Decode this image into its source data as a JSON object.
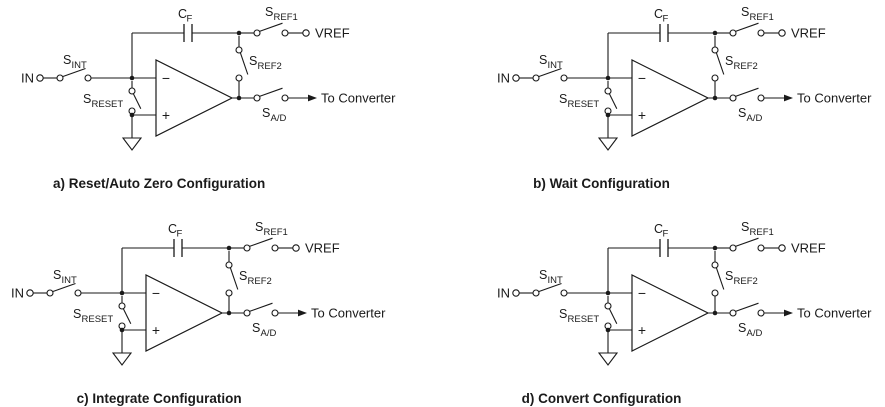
{
  "figure": {
    "diagrams": [
      {
        "caption": "a) Reset/Auto Zero Configuration"
      },
      {
        "caption": "b) Wait Configuration"
      },
      {
        "caption": "c) Integrate Configuration"
      },
      {
        "caption": "d) Convert Configuration"
      }
    ],
    "labels": {
      "input": "IN",
      "switch_prefix": "S",
      "int_sub": "INT",
      "reset_sub": "RESET",
      "cap_prefix": "C",
      "cap_sub": "F",
      "ref1_sub": "REF1",
      "ref2_sub": "REF2",
      "ad_sub": "A/D",
      "vref": "VREF",
      "to_converter": "To Converter",
      "minus": "−",
      "plus": "+"
    },
    "colors": {
      "line": "#1a1a1a",
      "background": "#ffffff"
    }
  }
}
